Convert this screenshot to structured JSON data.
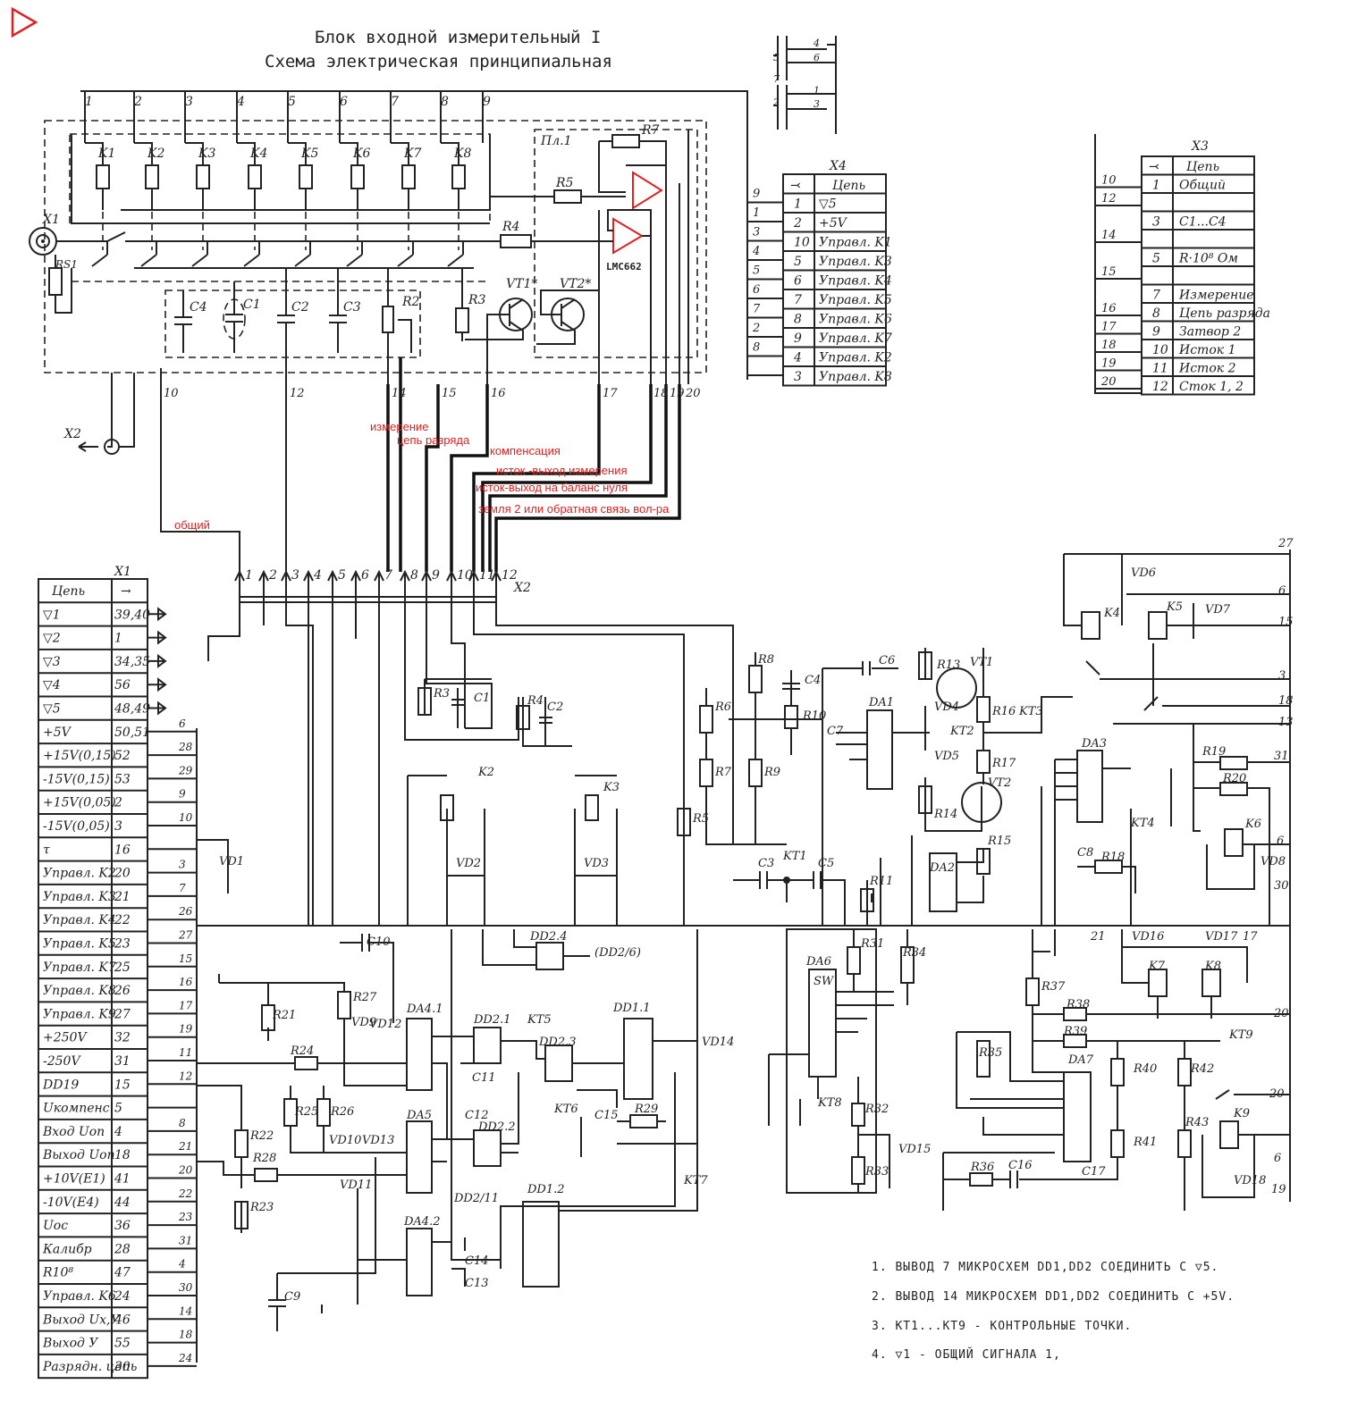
{
  "title_line1": "Блок входной измерительный I",
  "title_line2": "Схема электрическая принципиальная",
  "colors": {
    "ink": "#222222",
    "annotation": "#e02020"
  },
  "top_pins": [
    "1",
    "2",
    "3",
    "4",
    "5",
    "6",
    "7",
    "8",
    "9"
  ],
  "relays_top": [
    "K1",
    "K2",
    "K3",
    "K4",
    "K5",
    "K6",
    "K7",
    "K8"
  ],
  "top_parts": {
    "x1": "X1",
    "rs1": "RS1",
    "r4": "R4",
    "r5": "R5",
    "r7": "R7",
    "pl1": "Пл.1",
    "opamp": "LMC662",
    "vt1": "VT1*",
    "vt2": "VT2*",
    "r3": "R3",
    "r2": "R2",
    "c1": "C1",
    "c2": "C2",
    "c3": "C3",
    "c4": "C4",
    "x2": "X2"
  },
  "bottom_pins_top_block": [
    "10",
    "12",
    "14",
    "15",
    "16",
    "17",
    "18",
    "19",
    "20"
  ],
  "annotations": [
    "измерение",
    "цепь разряда",
    "компенсация",
    "исток -выход измерения",
    "исток-выход на баланс нуля",
    "земля 2 или обратная связь вол-ра",
    "общий"
  ],
  "x2_pins": [
    "1",
    "2",
    "3",
    "4",
    "5",
    "6",
    "7",
    "8",
    "9",
    "10",
    "11",
    "12"
  ],
  "x2_label": "X2",
  "x4": {
    "title": "X4",
    "header": [
      "⤙",
      "Цепь"
    ],
    "rows": [
      [
        "9",
        "1",
        "▽5"
      ],
      [
        "1",
        "2",
        "+5V"
      ],
      [
        "3",
        "10",
        "Управл. K1"
      ],
      [
        "4",
        "5",
        "Управл. K3"
      ],
      [
        "5",
        "6",
        "Управл. K4"
      ],
      [
        "6",
        "7",
        "Управл. K5"
      ],
      [
        "7",
        "8",
        "Управл. K6"
      ],
      [
        "2",
        "9",
        "Управл. K7"
      ],
      [
        "8",
        "4",
        "Управл. K2"
      ],
      [
        "",
        "3",
        "Управл. K8"
      ]
    ]
  },
  "x3": {
    "title": "X3",
    "header": [
      "⤙",
      "Цепь"
    ],
    "rows": [
      [
        "10",
        "1",
        "Общий"
      ],
      [
        "12",
        "",
        ""
      ],
      [
        "",
        "3",
        "C1...C4"
      ],
      [
        "14",
        "",
        ""
      ],
      [
        "",
        "5",
        "R·10⁸ Ом"
      ],
      [
        "15",
        "",
        ""
      ],
      [
        "",
        "7",
        "Измерение"
      ],
      [
        "16",
        "8",
        "Цепь разряда"
      ],
      [
        "17",
        "9",
        "Затвор 2"
      ],
      [
        "18",
        "10",
        "Исток 1"
      ],
      [
        "19",
        "11",
        "Исток 2"
      ],
      [
        "20",
        "12",
        "Сток 1, 2"
      ]
    ]
  },
  "x1": {
    "title": "X1",
    "header": [
      "Цепь",
      "→"
    ],
    "rows": [
      [
        "▽1",
        "39,40"
      ],
      [
        "▽2",
        "1"
      ],
      [
        "▽3",
        "34,35"
      ],
      [
        "▽4",
        "56"
      ],
      [
        "▽5",
        "48,49"
      ],
      [
        "+5V",
        "50,51"
      ],
      [
        "+15V(0,15)",
        "52"
      ],
      [
        "-15V(0,15)",
        "53"
      ],
      [
        "+15V(0,05)",
        "2"
      ],
      [
        "-15V(0,05)",
        "3"
      ],
      [
        "τ",
        "16"
      ],
      [
        "Управл. K2",
        "20"
      ],
      [
        "Управл. K3",
        "21"
      ],
      [
        "Управл. K4",
        "22"
      ],
      [
        "Управл. K5",
        "23"
      ],
      [
        "Управл. K7",
        "25"
      ],
      [
        "Управл. K8",
        "26"
      ],
      [
        "Управл. K9",
        "27"
      ],
      [
        "+250V",
        "32"
      ],
      [
        "-250V",
        "31"
      ],
      [
        "DD19",
        "15"
      ],
      [
        "Uкомпенс.",
        "5"
      ],
      [
        "Вход Uоп",
        "4"
      ],
      [
        "Выход Uоп",
        "18"
      ],
      [
        "+10V(E1)",
        "41"
      ],
      [
        "-10V(E4)",
        "44"
      ],
      [
        "Uос",
        "36"
      ],
      [
        "Калибр",
        "28"
      ],
      [
        "R10⁸",
        "47"
      ],
      [
        "Управл. K6",
        "24"
      ],
      [
        "Выход Uх,У",
        "46"
      ],
      [
        "Выход У",
        "55"
      ],
      [
        "Разрядн. цепь",
        "30"
      ]
    ],
    "bus_numbers": [
      "6",
      "28",
      "29",
      "9",
      "10",
      "",
      "3",
      "7",
      "26",
      "27",
      "15",
      "16",
      "17",
      "19",
      "11",
      "12",
      "",
      "8",
      "21",
      "20",
      "22",
      "23",
      "31",
      "4",
      "30",
      "14",
      "18",
      "24"
    ]
  },
  "bottom_parts": [
    "R3",
    "C1",
    "R4",
    "C2",
    "K2",
    "K3",
    "VD2",
    "VD3",
    "R5",
    "R6",
    "R7",
    "R8",
    "R9",
    "C3",
    "KT1",
    "C4",
    "C5",
    "R10",
    "C6",
    "C7",
    "DA1",
    "R13",
    "VT1",
    "VD4",
    "KT2",
    "VD5",
    "R14",
    "R16",
    "KT3",
    "R17",
    "VT2",
    "R11",
    "DA2",
    "R15",
    "DA3",
    "C8",
    "R18",
    "KT4",
    "K4",
    "K5",
    "VD6",
    "VD7",
    "R19",
    "R20",
    "K6",
    "VD8",
    "VD1",
    "C10",
    "R21",
    "R27",
    "VD9",
    "VD12",
    "DA4.1",
    "DD2.1",
    "KT5",
    "C11",
    "DD2.3",
    "DD1.1",
    "VD14",
    "KT6",
    "C15",
    "R29",
    "R24",
    "R22",
    "R25",
    "R26",
    "VD10",
    "VD13",
    "DA5",
    "C12",
    "DD2.2",
    "R28",
    "R23",
    "VD11",
    "DD2/11",
    "DD1.2",
    "KT7",
    "DA4.2",
    "C14",
    "C13",
    "C9",
    "DD2.4",
    "(DD2/6)",
    "DA6",
    "SW",
    "R31",
    "R34",
    "KT8",
    "R32",
    "R33",
    "VD15",
    "R37",
    "R38",
    "R39",
    "R35",
    "DA7",
    "R40",
    "R41",
    "R42",
    "R43",
    "K9",
    "VD18",
    "R36",
    "C16",
    "C17",
    "K7",
    "K8",
    "VD16",
    "VD17",
    "KT9"
  ],
  "right_bus_numbers": [
    "27",
    "6",
    "15",
    "3",
    "18",
    "13",
    "31",
    "6",
    "30",
    "21",
    "17",
    "20",
    "20",
    "6",
    "19"
  ],
  "notes": [
    "1. ВЫВОД 7 МИКРОСХЕМ DD1,DD2 СОЕДИНИТЬ С ▽5.",
    "2. ВЫВОД 14 МИКРОСХЕМ DD1,DD2 СОЕДИНИТЬ С +5V.",
    "3. KT1...KT9 - КОНТРОЛЬНЫЕ ТОЧКИ.",
    "4. ▽1 - ОБЩИЙ СИГНАЛА 1,"
  ]
}
